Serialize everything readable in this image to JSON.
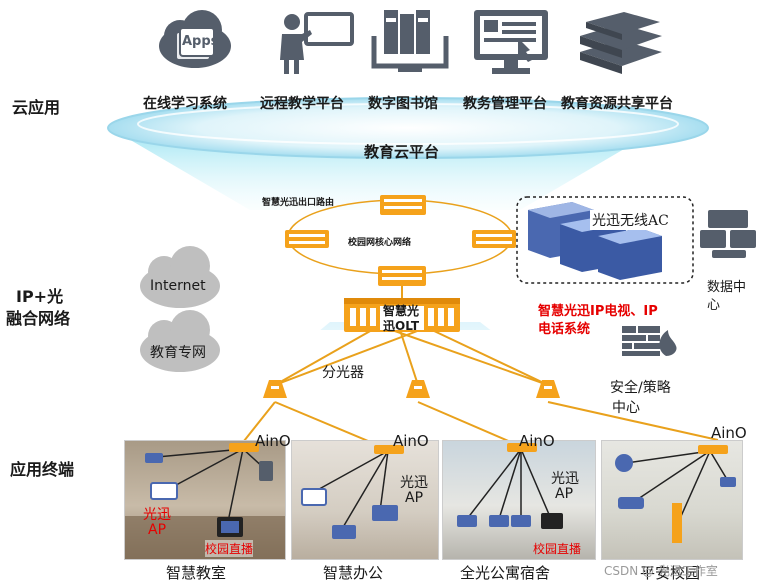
{
  "sections": {
    "cloud": "云应用",
    "ip_line1": "IP+光",
    "ip_line2": "融合网络",
    "terminal": "应用终端"
  },
  "apps": [
    {
      "label": "在线学习系统",
      "icon": "apps-cloud-icon",
      "badge": "Apps"
    },
    {
      "label": "远程教学平台",
      "icon": "teacher-board-icon"
    },
    {
      "label": "数字图书馆",
      "icon": "library-books-icon"
    },
    {
      "label": "教务管理平台",
      "icon": "monitor-management-icon"
    },
    {
      "label": "教育资源共享平台",
      "icon": "book-stack-icon"
    }
  ],
  "platform": "教育云平台",
  "network": {
    "router_label": "智慧光迅出口路由",
    "core_label": "校园网核心网络",
    "olt_line1": "智慧光",
    "olt_line2": "迅OLT",
    "ac_label": "光迅无线AC",
    "iptv_line1": "智慧光迅IP电视、IP",
    "iptv_line2": "电话系统",
    "datacenter_line1": "数据中",
    "datacenter_line2": "心",
    "internet": "Internet",
    "edu_net": "教育专网",
    "splitter": "分光器",
    "security_line1": "安全/策略",
    "security_line2": "中心"
  },
  "terminals": [
    {
      "title": "智慧教室",
      "aino": "AinO",
      "ap1": "光迅",
      "ap2": "AP",
      "live": "校园直播"
    },
    {
      "title": "智慧办公",
      "aino": "AinO",
      "ap1": "光迅",
      "ap2": "AP"
    },
    {
      "title": "全光公寓宿舍",
      "aino": "AinO",
      "ap1": "光迅",
      "ap2": "AP",
      "live": "校园直播"
    },
    {
      "title": "平安校园",
      "aino": "AinO"
    }
  ],
  "watermark": "CSDN @ 光迅工作室",
  "colors": {
    "orange": "#f5a21b",
    "line": "#e9a11c",
    "red": "#e60000",
    "icon": "#555e6b"
  }
}
